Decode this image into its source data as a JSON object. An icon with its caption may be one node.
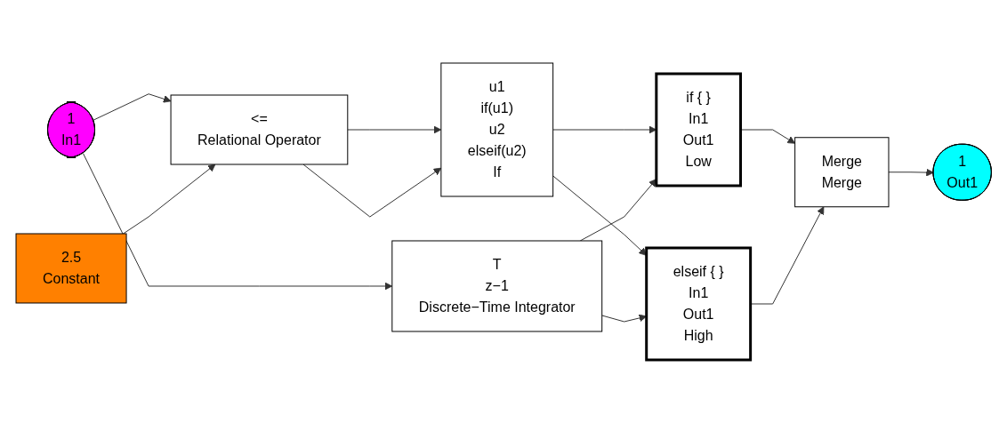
{
  "diagram": {
    "nodes": [
      {
        "text": [
          "1",
          "In1"
        ]
      },
      {
        "text": [
          "2.5",
          "Constant"
        ]
      },
      {
        "text": [
          "<=",
          "Relational Operator"
        ]
      },
      {
        "text": [
          "u1",
          "if(u1)",
          "u2",
          "elseif(u2)",
          "If"
        ]
      },
      {
        "text": [
          "T",
          "z−1",
          "Discrete−Time Integrator"
        ]
      },
      {
        "text": [
          "if { }",
          "In1",
          "Out1",
          "Low"
        ]
      },
      {
        "text": [
          "elseif { }",
          "In1",
          "Out1",
          "High"
        ]
      },
      {
        "text": [
          "Merge",
          "Merge"
        ]
      },
      {
        "text": [
          "1",
          "Out1"
        ]
      }
    ],
    "edges": [
      {
        "from": 0,
        "to": 2,
        "arrow": "to"
      },
      {
        "from": 0,
        "to": 4,
        "arrow": "to"
      },
      {
        "from": 1,
        "to": 2,
        "arrow": "to"
      },
      {
        "from": 2,
        "to": 3,
        "arrow": "to"
      },
      {
        "from": 2,
        "to": 3,
        "arrow": "to"
      },
      {
        "from": 3,
        "to": 5,
        "arrow": "to"
      },
      {
        "from": 3,
        "to": 6,
        "arrow": "to"
      },
      {
        "from": 4,
        "to": 5,
        "arrow": "to"
      },
      {
        "from": 4,
        "to": 6,
        "arrow": "to"
      },
      {
        "from": 5,
        "to": 7,
        "arrow": "to"
      },
      {
        "from": 6,
        "to": 7,
        "arrow": "to"
      },
      {
        "from": 7,
        "to": 8,
        "arrow": "to"
      }
    ]
  }
}
